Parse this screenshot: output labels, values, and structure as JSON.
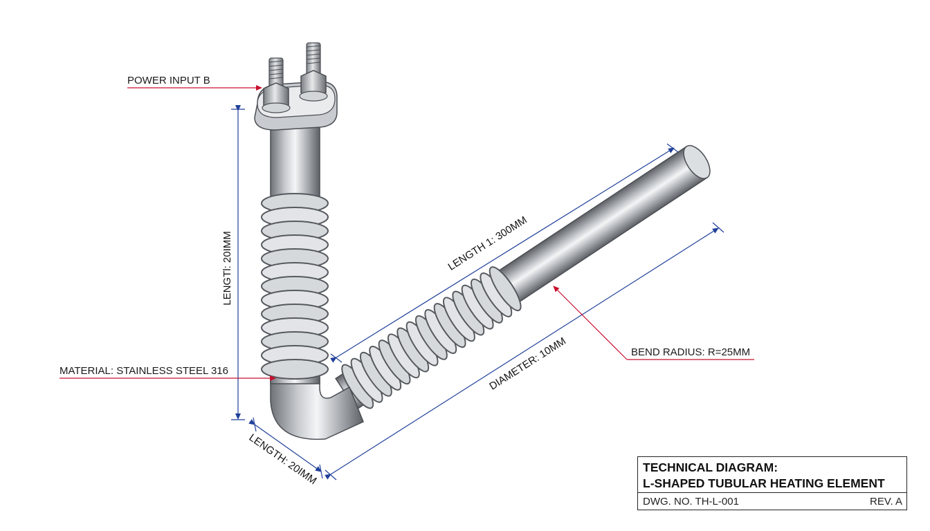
{
  "labels": {
    "power_input": "POWER INPUT B",
    "material": "MATERIAL: STAINLESS STEEL 316",
    "bend_radius": "BEND RADIUS: R=25MM"
  },
  "dimensions": {
    "vertical_length": "LENGTl: 20IMM",
    "length_1": "LENGTH 1: 300MM",
    "diameter": "DIAMETER: 10MM",
    "bottom_length": "LENGTH: 20IMM"
  },
  "title_block": {
    "line1": "TECHNICAL DIAGRAM:",
    "line2": "L-SHAPED TUBULAR HEATING ELEMENT",
    "drawing_number": "DWG. NO. TH-L-001",
    "revision": "REV. A"
  },
  "colors": {
    "leader_red": "#c8102e",
    "dimension_blue": "#1f3f9a",
    "steel_dark": "#6f7378",
    "steel_light": "#f4f5f6"
  }
}
